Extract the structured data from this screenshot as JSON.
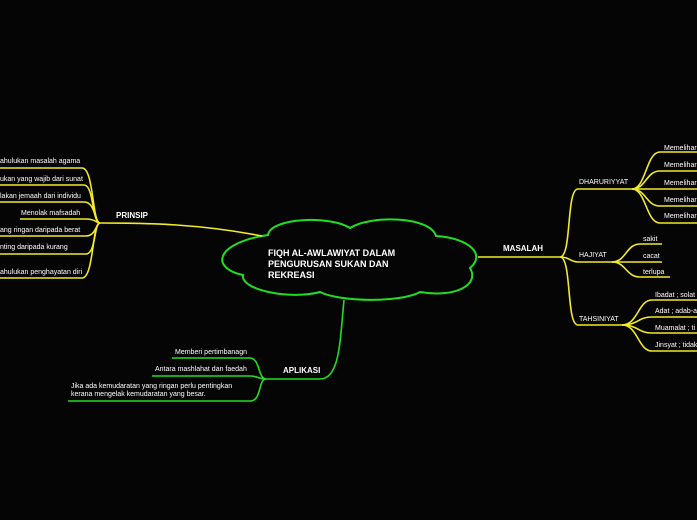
{
  "center": "FIQH AL-AWLAWIYAT DALAM PENGURUSAN SUKAN DAN REKREASI",
  "prinsip": {
    "label": "PRINSIP",
    "items": [
      "ahulukan masalah agama",
      "ukan yang wajib dari sunat",
      "lakan jemaah dari individu",
      "Menolak mafsadah",
      "ang ringan daripada berat",
      "nting daripada kurang",
      "ahulukan penghayatan diri"
    ]
  },
  "masalah": {
    "label": "MASALAH",
    "dharuriyyat": {
      "label": "DHARURIYYAT",
      "items": [
        "Memelihar",
        "Memelihar",
        "Memelihar",
        "Memelihar",
        "Memelihar"
      ]
    },
    "hajiyat": {
      "label": "HAJIYAT",
      "items": [
        "sakit",
        "cacat",
        "terlupa"
      ]
    },
    "tahsiniyat": {
      "label": "TAHSINIYAT",
      "items": [
        "Ibadat ; solat",
        "Adat ; adab-a",
        "Muamalat ; ti",
        "Jinsyat ; tidak"
      ]
    }
  },
  "aplikasi": {
    "label": "APLIKASI",
    "items": [
      "Memberi pertimbanagn",
      "Antara mashlahat dan faedah",
      "Jika ada kemudaratan yang ringan perlu pentingkan kerana mengelak kemudaratan yang besar."
    ]
  }
}
